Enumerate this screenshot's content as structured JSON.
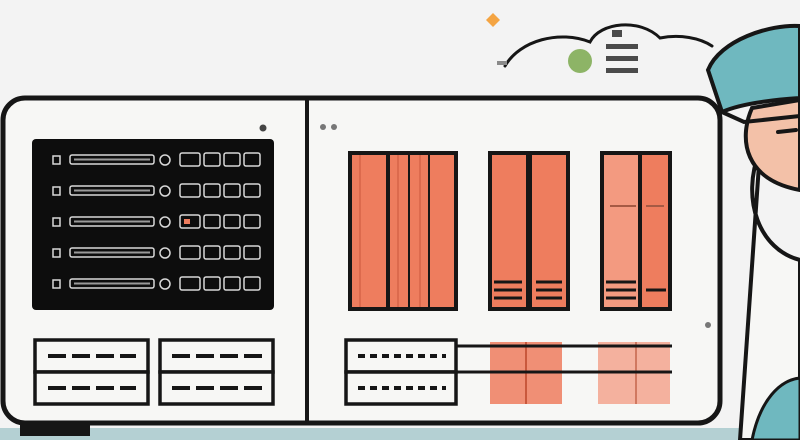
{
  "scene": {
    "subject": "server-rack-illustration",
    "left_panel": {
      "screen_rows": 5,
      "vent_slots": 2
    },
    "right_panel": {
      "drive_bays": 3,
      "drive_bay_blades": [
        4,
        2,
        2
      ],
      "vent_slots": 2
    },
    "colors": {
      "background": "#f3f3f3",
      "casing": "#f7f7f5",
      "outline": "#161616",
      "screen": "#0d0d0d",
      "drive_orange": "#ee7d5e",
      "drive_orange_light": "#f39a80",
      "character_hat": "#6fb8bf",
      "character_skin": "#f3c1a8",
      "status_dot": "#8db466",
      "accent_dot": "#f4a442",
      "floor": "#7fb3b8"
    },
    "icons": [
      "cloud-icon",
      "status-dot-icon",
      "accent-dot-icon",
      "list-icon"
    ]
  }
}
